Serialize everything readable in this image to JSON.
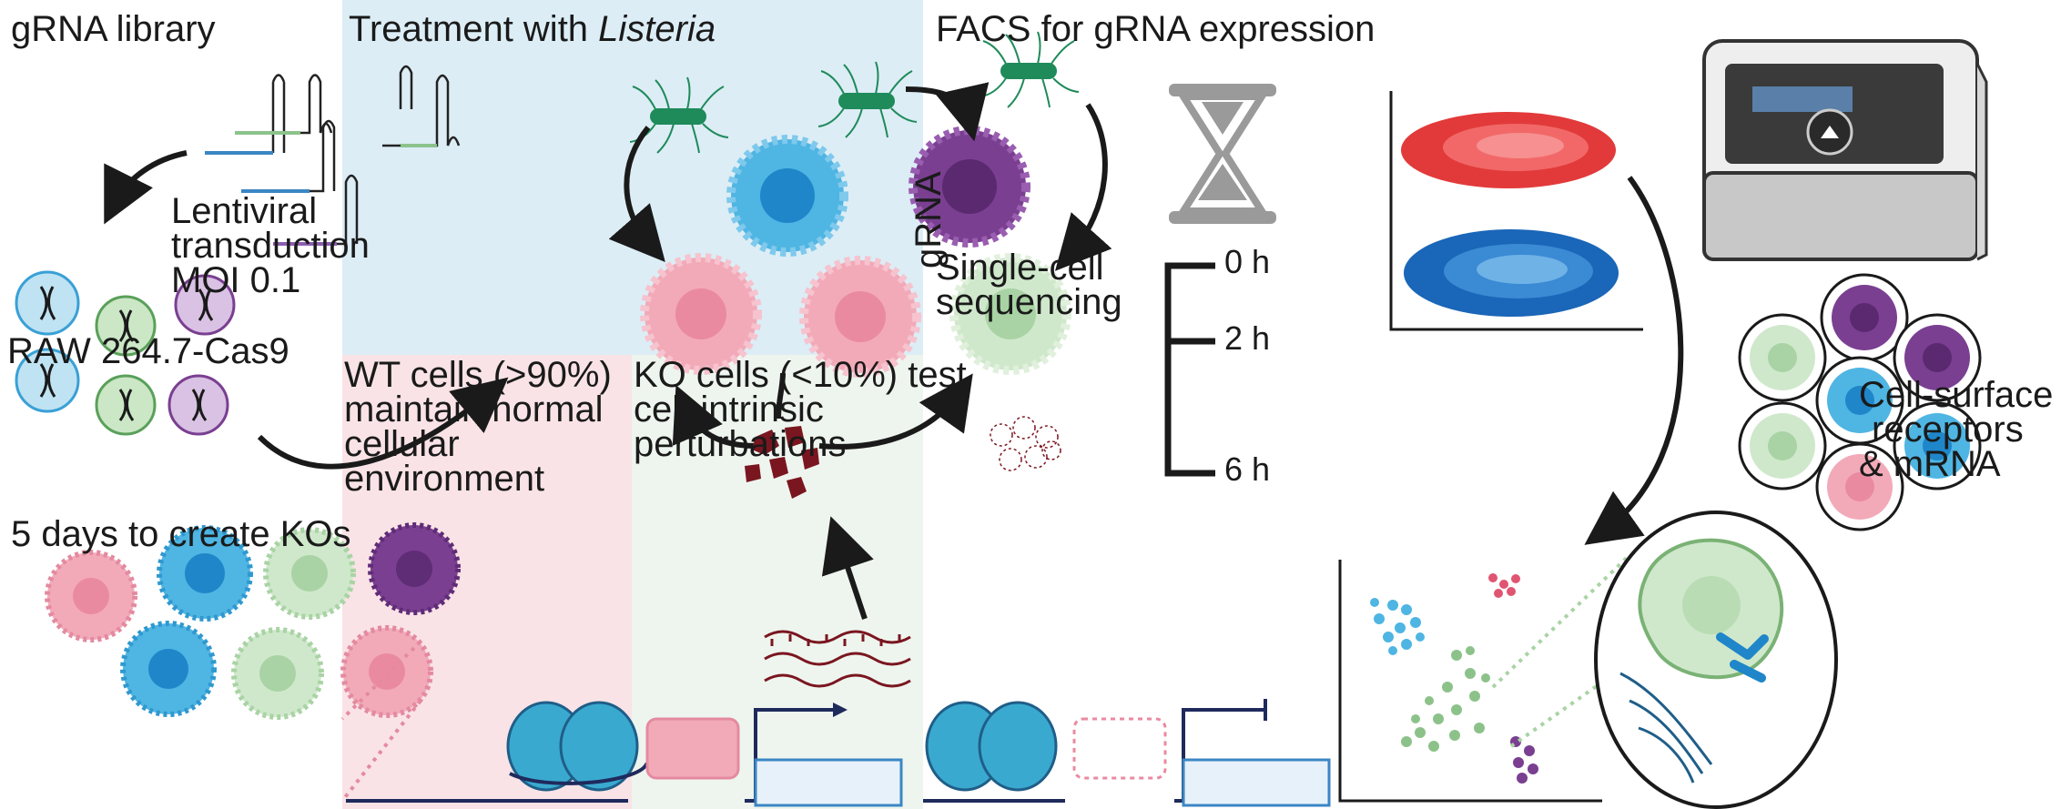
{
  "left": {
    "title": "gRNA library",
    "transduction_lines": [
      "Lentiviral",
      "transduction",
      "MOI 0.1"
    ],
    "cell_line": "RAW 264.7-Cas9",
    "ko_time": "5 days to create KOs"
  },
  "middle": {
    "title_prefix": "Treatment with ",
    "title_italic": "Listeria",
    "timepoints": [
      "0 h",
      "2 h",
      "6 h"
    ],
    "wt_lines": [
      "WT cells (>90%)",
      "maintain normal",
      "cellular",
      "environment"
    ],
    "ko_lines": [
      "KO cells (<10%) test",
      "cell-intrinsic",
      "perturbations"
    ]
  },
  "right": {
    "title": "FACS for gRNA expression",
    "axis_label": "gRNA",
    "sequencing_lines": [
      "Single-cell",
      "sequencing"
    ],
    "readout_lines": [
      "Cell-surface",
      "receptors",
      "& mRNA"
    ]
  },
  "colors": {
    "infection_bg": "#dcedf5",
    "wt_bg": "#f9e3e6",
    "ko_bg": "#eef5ee",
    "pink_cell": "#f2aab8",
    "blue_cell": "#4fb5e3",
    "green_cell": "#c4e2c0",
    "purple_cell": "#7a3f91",
    "bacteria": "#1f8a5a",
    "debris": "#7a1620",
    "nucleosome": "#3aa9cf"
  }
}
